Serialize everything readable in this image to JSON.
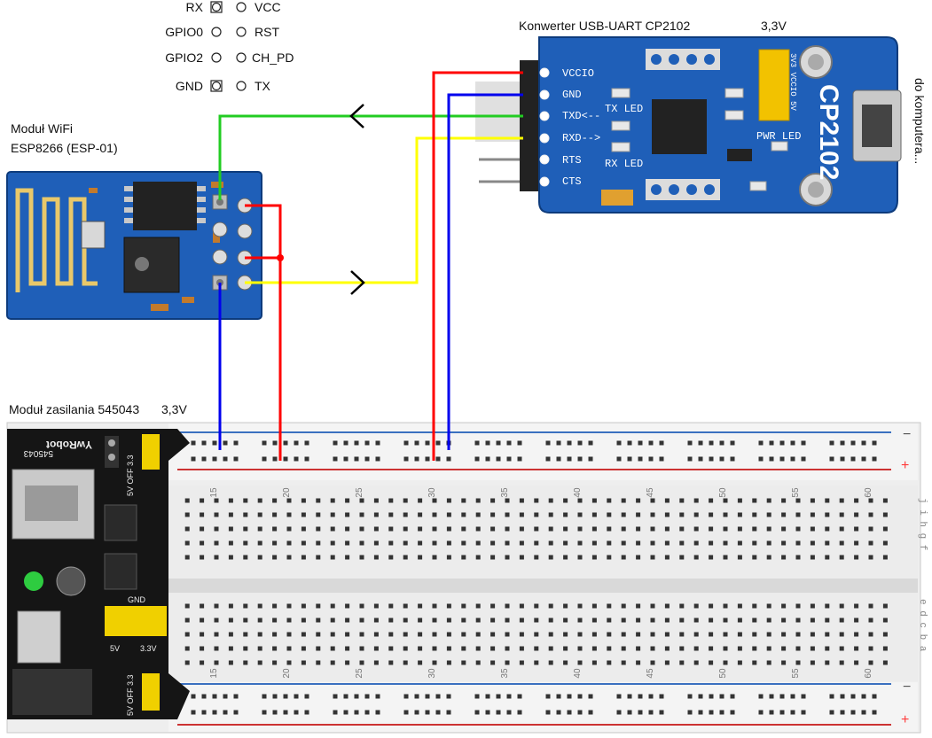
{
  "pinout": {
    "left": [
      "RX",
      "GPIO0",
      "GPIO2",
      "GND"
    ],
    "right": [
      "VCC",
      "RST",
      "CH_PD",
      "TX"
    ]
  },
  "esp": {
    "title_line1": "Moduł WiFi",
    "title_line2": "ESP8266 (ESP-01)"
  },
  "usb": {
    "title": "Konwerter USB-UART CP2102",
    "voltage": "3,3V",
    "pins": [
      "VCCIO",
      "GND",
      "TXD<--",
      "RXD-->",
      "RTS",
      "CTS"
    ],
    "chip_label": "CP2102",
    "tx_led": "TX LED",
    "rx_led": "RX LED",
    "pwr_led": "PWR LED",
    "jumper_label": "3V3 VCCIO 5V",
    "to_computer": "do komputera..."
  },
  "power": {
    "title": "Moduł zasilania 545043",
    "voltage": "3,3V",
    "brand": "YwRobot",
    "part": "545043",
    "sel_top": "5V OFF 3.3",
    "sel_bottom": "5V OFF 3.3",
    "gnd": "GND",
    "out_left": "5V",
    "out_right": "3.3V"
  },
  "breadboard": {
    "numbers": [
      "15",
      "20",
      "25",
      "30",
      "35",
      "40",
      "45",
      "50",
      "55",
      "60"
    ],
    "rows_upper": "j i h g f",
    "rows_lower": "e d c b a",
    "minus": "−",
    "plus": "+"
  },
  "colors": {
    "wire_red": "#ff0000",
    "wire_blue": "#0000ee",
    "wire_green": "#22cc22",
    "wire_yellow": "#ffff00",
    "pcb_blue": "#1f5fb8",
    "rail_red": "#cc3333",
    "rail_blue": "#3a70c0"
  }
}
